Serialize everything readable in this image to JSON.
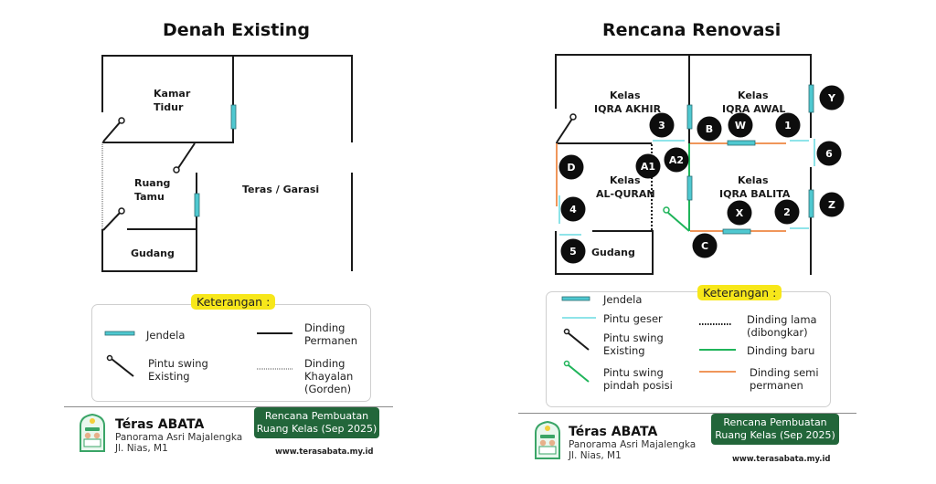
{
  "left": {
    "title": "Denah Existing",
    "rooms": {
      "kamar_tidur": [
        "Kamar",
        "Tidur"
      ],
      "ruang_tamu": [
        "Ruang",
        "Tamu"
      ],
      "gudang": "Gudang",
      "teras": "Teras / Garasi"
    },
    "legend": {
      "tag": "Keterangan :",
      "items": {
        "jendela": "Jendela",
        "pintu_swing": "Pintu swing\nExisting",
        "dinding_permanen": "Dinding\nPermanen",
        "dinding_khayalan": "Dinding\nKhayalan\n(Gorden)"
      }
    },
    "footer": {
      "brand": "Téras ABATA",
      "address": "Panorama Asri Majalengka\nJl. Nias, M1",
      "badge": "Rencana Pembuatan\nRuang Kelas (Sep 2025)",
      "website": "www.terasabata.my.id"
    }
  },
  "right": {
    "title": "Rencana Renovasi",
    "rooms": {
      "iqra_akhir": [
        "Kelas",
        "IQRA AKHIR"
      ],
      "iqra_awal": [
        "Kelas",
        "IQRA AWAL"
      ],
      "al_quran": [
        "Kelas",
        "AL-QURAN"
      ],
      "iqra_balita": [
        "Kelas",
        "IQRA BALITA"
      ],
      "gudang": "Gudang"
    },
    "markers": {
      "m3": "3",
      "mB": "B",
      "mW": "W",
      "m1": "1",
      "mY": "Y",
      "m6": "6",
      "mD": "D",
      "mA1": "A1",
      "mA2": "A2",
      "m4": "4",
      "mX": "X",
      "m2": "2",
      "mZ": "Z",
      "mC": "C",
      "m5": "5"
    },
    "legend": {
      "tag": "Keterangan :",
      "items": {
        "jendela": "Jendela",
        "pintu_geser": "Pintu geser",
        "pintu_swing_existing": "Pintu swing\nExisting",
        "pintu_swing_pindah": "Pintu swing\npindah posisi",
        "dinding_lama": "Dinding lama\n(dibongkar)",
        "dinding_baru": "Dinding baru",
        "dinding_semi": "Dinding semi\npermanen"
      }
    },
    "footer": {
      "brand": "Téras ABATA",
      "address": "Panorama Asri Majalengka\nJl. Nias, M1",
      "badge": "Rencana Pembuatan\nRuang Kelas (Sep 2025)",
      "website": "www.terasabata.my.id"
    }
  },
  "colors": {
    "wall": "#1a1a1a",
    "window": "#4fc8d0",
    "sliding_door": "#7fe0e6",
    "new_wall": "#1fb45a",
    "semi_wall": "#f0965a",
    "highlight": "#f7e71a",
    "badge_green": "#22663a"
  }
}
